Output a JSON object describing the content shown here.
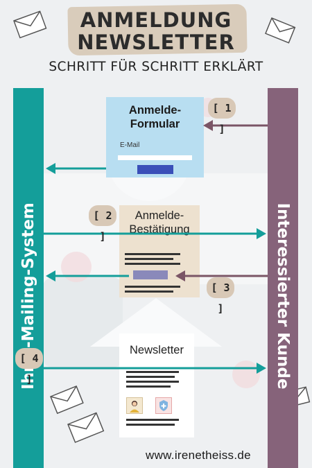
{
  "header": {
    "title_line1": "ANMELDUNG",
    "title_line2": "NEWSLETTER",
    "subtitle": "SCHRITT FÜR SCHRITT ERKLÄRT"
  },
  "lanes": {
    "left": "Ihr E-Mailing-System",
    "right": "Interessierter Kunde"
  },
  "form_card": {
    "title": "Anmelde-Formular",
    "email_label": "E-Mail"
  },
  "confirm_card": {
    "title": "Anmelde-Bestätigung"
  },
  "news_card": {
    "title": "Newsletter"
  },
  "steps": {
    "s1": "[ 1 ]",
    "s2": "[ 2 ]",
    "s3": "[ 3 ]",
    "s4": "[ 4 ]"
  },
  "footer": "www.irenetheiss.de",
  "colors": {
    "teal": "#149e9a",
    "mauve": "#86637a",
    "arrow_mauve": "#7a5566",
    "form_blue": "#b8def1",
    "button_blue": "#3a4fb8",
    "beige": "#ede1cf",
    "step_badge": "#d8c8b6"
  }
}
